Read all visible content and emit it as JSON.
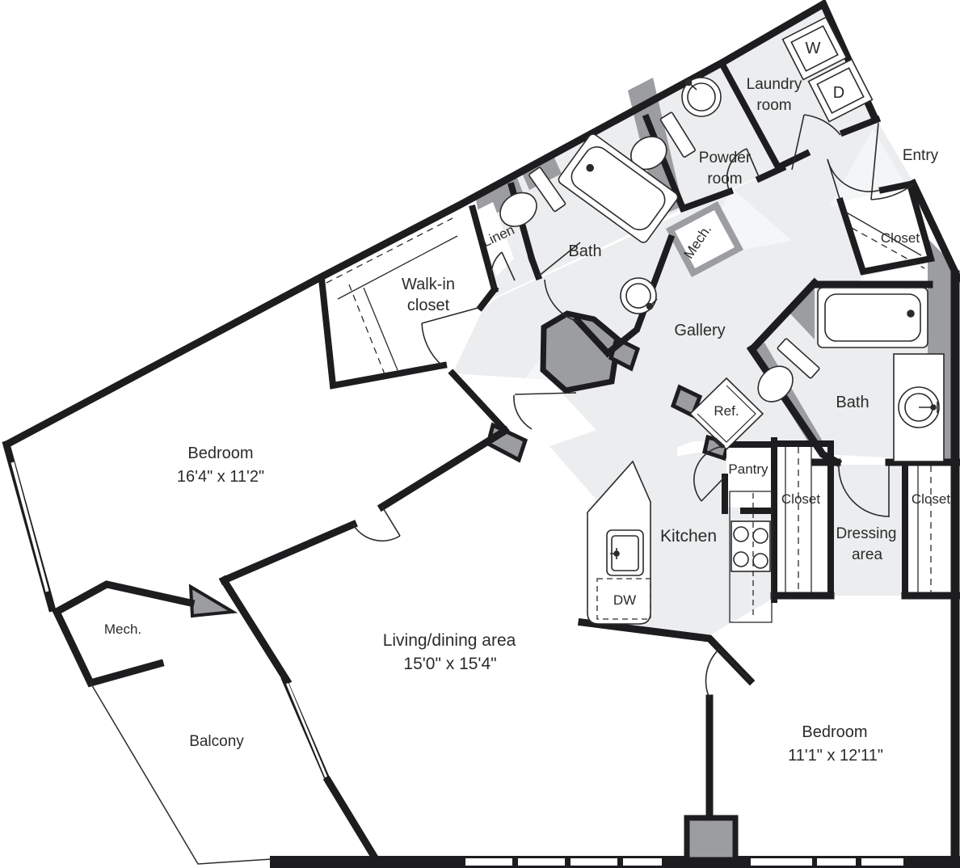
{
  "title": "Apartment floor plan",
  "colors": {
    "wall": "#1d1d1f",
    "poche": "#9b9da0",
    "floor": "#ebedee",
    "text": "#2b2b2b"
  },
  "rooms": {
    "laundry": {
      "line1": "Laundry",
      "line2": "room"
    },
    "powder": {
      "line1": "Powder",
      "line2": "room"
    },
    "entry": {
      "label": "Entry"
    },
    "entry_closet": {
      "label": "Closet"
    },
    "linen": {
      "label": "Linen"
    },
    "bath_upper": {
      "label": "Bath"
    },
    "mech_upper": {
      "label": "Mech."
    },
    "walk_in_closet": {
      "line1": "Walk-in",
      "line2": "closet"
    },
    "gallery": {
      "label": "Gallery"
    },
    "bedroom_left": {
      "label": "Bedroom",
      "dims": "16'4\" x 11'2\""
    },
    "bath_right": {
      "label": "Bath"
    },
    "pantry": {
      "label": "Pantry"
    },
    "closet_middle": {
      "label": "Closet"
    },
    "closet_right": {
      "label": "Closet"
    },
    "kitchen": {
      "label": "Kitchen"
    },
    "dressing": {
      "line1": "Dressing",
      "line2": "area"
    },
    "living": {
      "label": "Living/dining area",
      "dims": "15'0\" x 15'4\""
    },
    "mech_lower": {
      "label": "Mech."
    },
    "balcony": {
      "label": "Balcony"
    },
    "bedroom_right": {
      "label": "Bedroom",
      "dims": "11'1\" x 12'11\""
    }
  },
  "appliances": {
    "washer": "W",
    "dryer": "D",
    "dishwasher": "DW",
    "refrigerator": "Ref."
  }
}
